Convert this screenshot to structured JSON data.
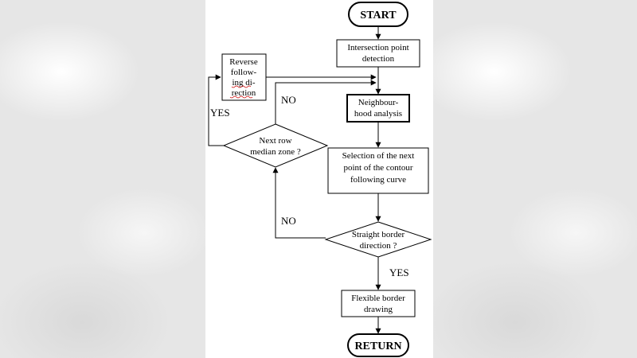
{
  "flowchart": {
    "start": "START",
    "intersection": [
      "Intersection point",
      "detection"
    ],
    "reverse": [
      "Reverse",
      "follow-",
      "ing di-",
      "rection"
    ],
    "neighbourhood": [
      "Neighbour-",
      "hood analysis"
    ],
    "next_row": [
      "Next row",
      "median zone ?"
    ],
    "selection": [
      "Selection of the next",
      "point of the contour",
      "following curve"
    ],
    "straight": [
      "Straight border",
      "direction ?"
    ],
    "flexible": [
      "Flexible border",
      "drawing"
    ],
    "return": "RETURN",
    "yes_left": "YES",
    "no_upper": "NO",
    "no_lower": "NO",
    "yes_bottom": "YES"
  }
}
